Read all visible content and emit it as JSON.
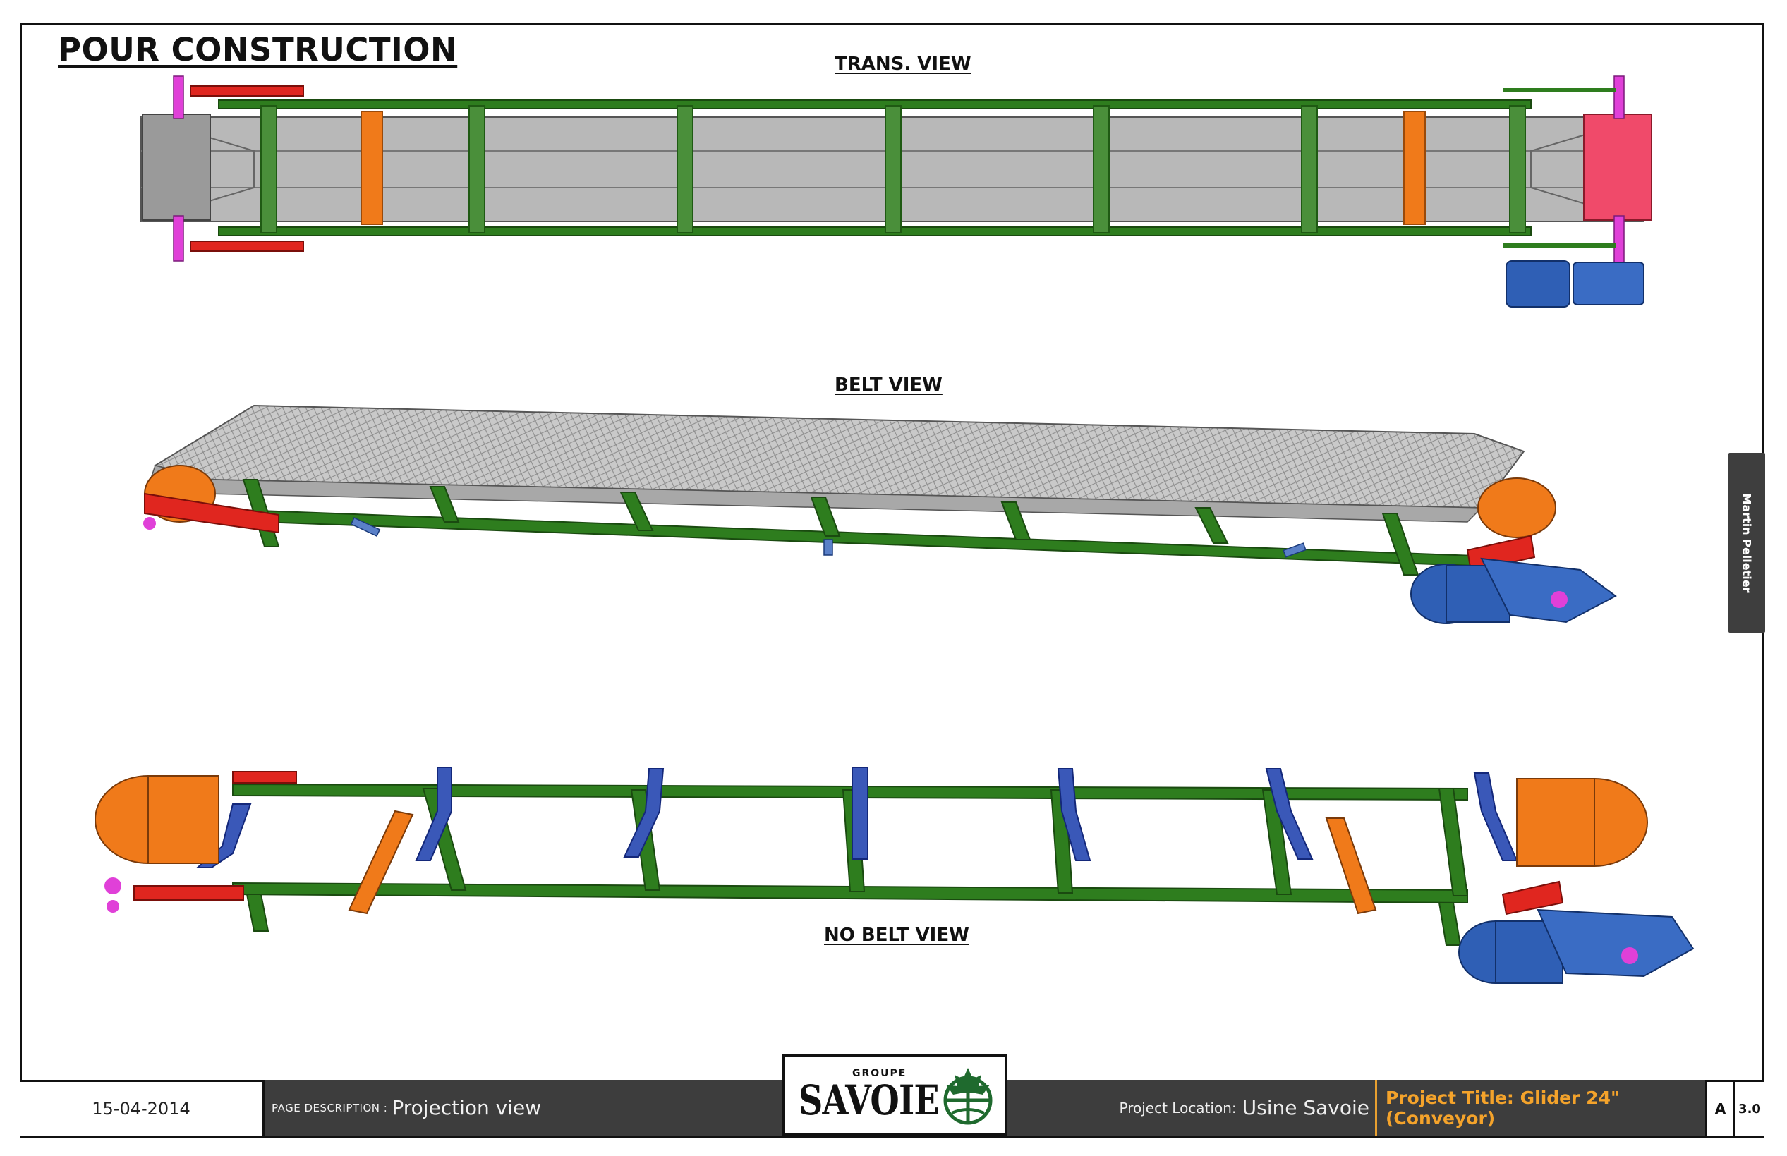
{
  "header": {
    "stamp": "POUR CONSTRUCTION"
  },
  "views": {
    "trans_label": "TRANS. VIEW",
    "belt_label": "BELT VIEW",
    "nobelt_label": "NO BELT VIEW"
  },
  "side_tab": {
    "author": "Martin Pelletier"
  },
  "footer": {
    "date": "15-04-2014",
    "page_description_label": "PAGE DESCRIPTION :",
    "page_description": "Projection view",
    "logo_groupe": "GROUPE",
    "logo_savoie": "SAVOIE",
    "project_location_label": "Project Location:",
    "project_location": "Usine Savoie",
    "project_title": "Project Title: Glider 24\"(Conveyor)",
    "revision": "A",
    "version": "3.0"
  },
  "colors": {
    "frame_green": "#2e7d1e",
    "frame_green_dark": "#1f5a13",
    "belt_gray": "#b8b8b8",
    "pulley_orange": "#f07a1a",
    "motor_blue": "#2f5fb5",
    "takeup_red": "#e0261f",
    "bearing_magenta": "#e040d8",
    "title_orange": "#f4a32b",
    "footer_dark": "#3d3d3d"
  }
}
